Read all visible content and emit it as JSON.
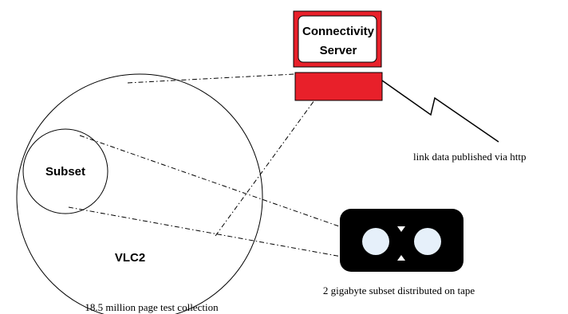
{
  "server": {
    "title_line1": "Connectivity",
    "title_line2": "Server",
    "accent_color": "#e8202a"
  },
  "collection": {
    "subset_label": "Subset",
    "main_label": "VLC2",
    "caption": "18.5 million page test collection"
  },
  "publish": {
    "caption": "link data published via http"
  },
  "tape": {
    "caption": "2 gigabyte subset distributed on tape",
    "body_color": "#000000",
    "reel_color": "#e6f0fa"
  },
  "icons": {
    "server": "server-icon",
    "tape": "tape-cassette-icon",
    "network": "lightning-link-icon"
  }
}
